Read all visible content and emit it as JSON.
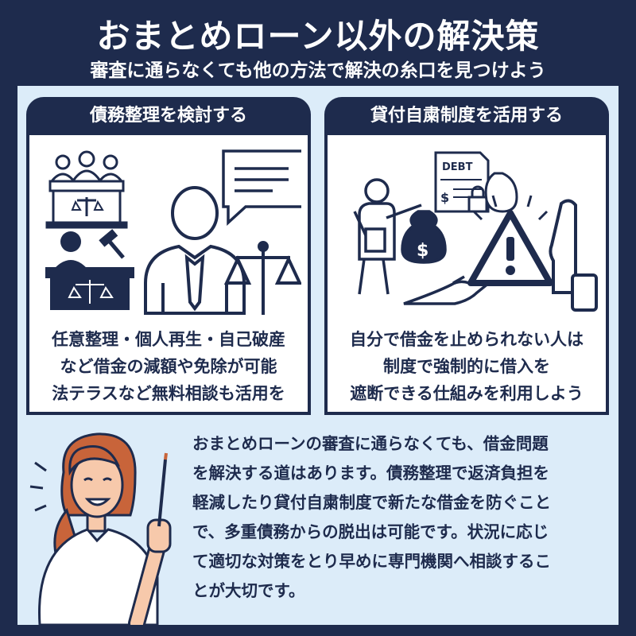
{
  "header": {
    "title": "おまとめローン以外の解決策",
    "subtitle": "審査に通らなくても他の方法で解決の糸口を見つけよう"
  },
  "panels": [
    {
      "heading": "債務整理を検討する",
      "lines": [
        "任意整理・個人再生・自己破産",
        "など借金の減額や免除が可能",
        "法テラスなど無料相談も活用を"
      ],
      "icons": [
        "judges-bench-icon",
        "judge-gavel-icon",
        "lawyer-icon",
        "speech-bubble-icon",
        "scales-icon"
      ]
    },
    {
      "heading": "貸付自粛制度を活用する",
      "lines": [
        "自分で借金を止められない人は",
        "制度で強制的に借入を",
        "遮断できる仕組みを利用しよう"
      ],
      "icons": [
        "debt-document-icon",
        "person-with-money-bag-icon",
        "warning-icon",
        "stop-hand-icon",
        "receiving-hand-icon"
      ],
      "debt_label": "DEBT",
      "dollar_sign": "$"
    }
  ],
  "summary": {
    "lines": [
      "おまとめローンの審査に通らなくても、借金問題",
      "を解決する道はあります。債務整理で返済負担を",
      "軽減したり貸付自粛制度で新たな借金を防ぐこと",
      "で、多重債務からの脱出は可能です。状況に応じ",
      "て適切な対策をとり早めに専門機関へ相談するこ",
      "とが大切です。"
    ]
  },
  "colors": {
    "navy": "#1e2b4d",
    "light_blue": "#dcecf9",
    "white": "#ffffff",
    "hair": "#c8643a",
    "skin": "#f7c9ab"
  }
}
